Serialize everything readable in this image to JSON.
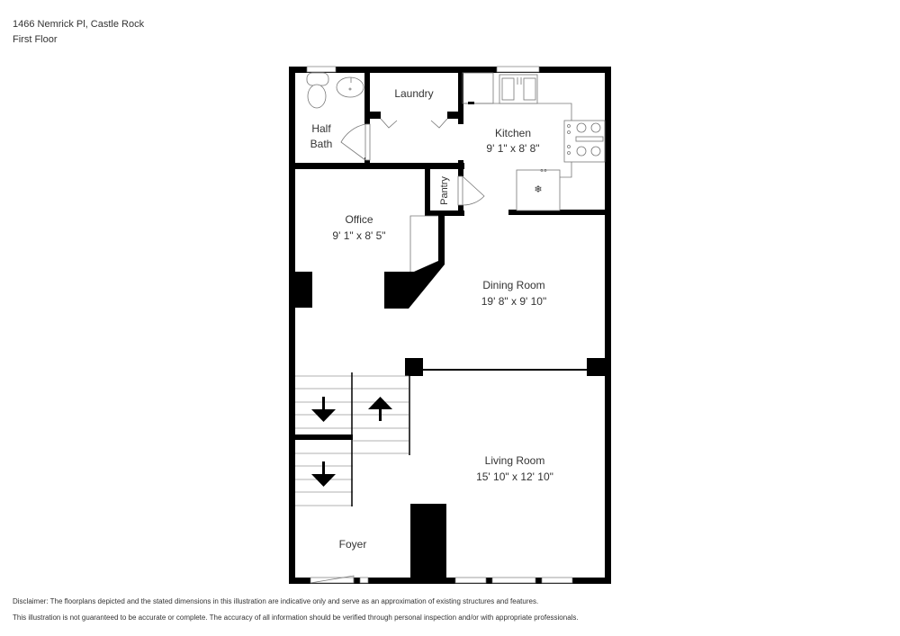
{
  "header": {
    "address": "1466 Nemrick Pl, Castle Rock",
    "floor": "First Floor"
  },
  "rooms": {
    "half_bath": {
      "name_line1": "Half",
      "name_line2": "Bath"
    },
    "laundry": {
      "name": "Laundry"
    },
    "kitchen": {
      "name": "Kitchen",
      "dims": "9' 1\" x 8' 8\""
    },
    "pantry": {
      "name": "Pantry"
    },
    "office": {
      "name": "Office",
      "dims": "9' 1\" x 8' 5\""
    },
    "dining": {
      "name": "Dining Room",
      "dims": "19' 8\" x 9' 10\""
    },
    "living": {
      "name": "Living Room",
      "dims": "15' 10\" x 12' 10\""
    },
    "foyer": {
      "name": "Foyer"
    }
  },
  "stairs": {
    "arrows": [
      "arrow-down",
      "arrow-up",
      "arrow-down"
    ]
  },
  "fixtures": [
    "toilet",
    "sink",
    "double-sink",
    "stove",
    "refrigerator"
  ],
  "disclaimer": {
    "line1": "Disclaimer: The floorplans depicted and the stated dimensions in this illustration are indicative only and serve as an approximation of existing structures and features.",
    "line2": "This illustration is not guaranteed to be accurate or complete. The accuracy of all information should be verified through personal inspection and/or with appropriate professionals."
  },
  "colors": {
    "wall": "#000000",
    "background": "#ffffff",
    "text": "#333333",
    "fixture_line": "#777777"
  }
}
